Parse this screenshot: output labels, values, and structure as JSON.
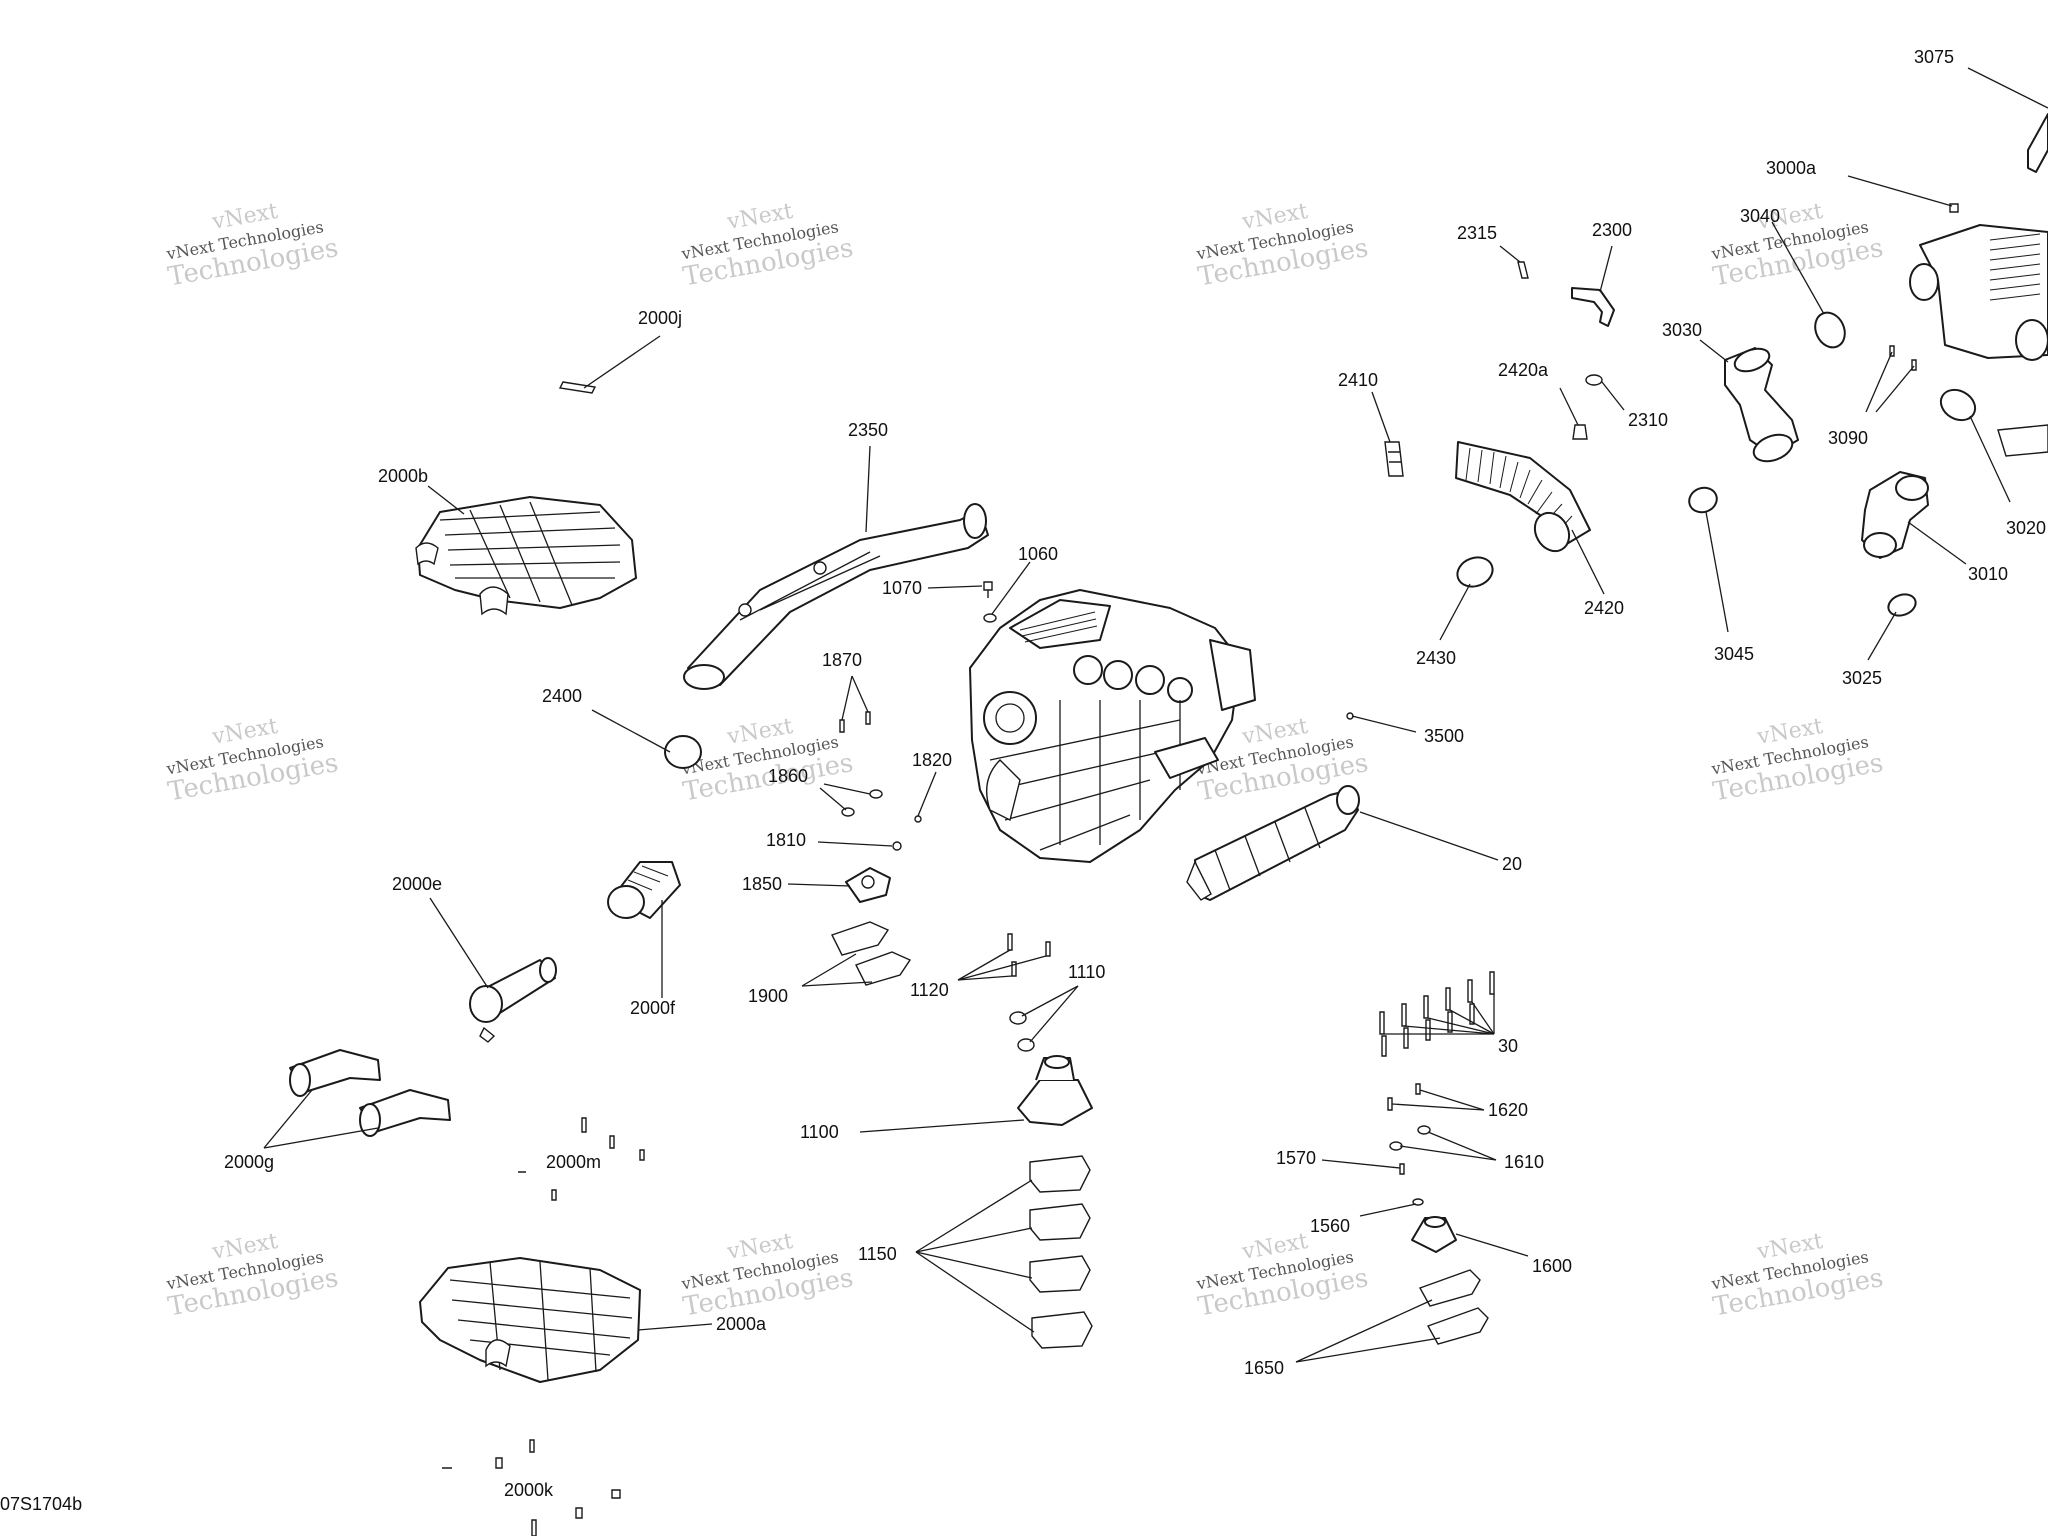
{
  "diagram": {
    "code": "07S1704b",
    "watermark_lines": [
      "vNext",
      "vNext Technologies",
      "Technologies"
    ],
    "callouts": [
      {
        "id": "3075",
        "text": "3075"
      },
      {
        "id": "3000a",
        "text": "3000a"
      },
      {
        "id": "3040",
        "text": "3040"
      },
      {
        "id": "2315",
        "text": "2315"
      },
      {
        "id": "2300",
        "text": "2300"
      },
      {
        "id": "2000j",
        "text": "2000j"
      },
      {
        "id": "3030",
        "text": "3030"
      },
      {
        "id": "2410",
        "text": "2410"
      },
      {
        "id": "2420a",
        "text": "2420a"
      },
      {
        "id": "2310",
        "text": "2310"
      },
      {
        "id": "3090",
        "text": "3090"
      },
      {
        "id": "2350",
        "text": "2350"
      },
      {
        "id": "2000b",
        "text": "2000b"
      },
      {
        "id": "3020",
        "text": "3020"
      },
      {
        "id": "1060",
        "text": "1060"
      },
      {
        "id": "1070",
        "text": "1070"
      },
      {
        "id": "3010",
        "text": "3010"
      },
      {
        "id": "2420",
        "text": "2420"
      },
      {
        "id": "2430",
        "text": "2430"
      },
      {
        "id": "3045",
        "text": "3045"
      },
      {
        "id": "1870",
        "text": "1870"
      },
      {
        "id": "3025",
        "text": "3025"
      },
      {
        "id": "2400",
        "text": "2400"
      },
      {
        "id": "3500",
        "text": "3500"
      },
      {
        "id": "1820",
        "text": "1820"
      },
      {
        "id": "1860",
        "text": "1860"
      },
      {
        "id": "1810",
        "text": "1810"
      },
      {
        "id": "20",
        "text": "20"
      },
      {
        "id": "2000e",
        "text": "2000e"
      },
      {
        "id": "1850",
        "text": "1850"
      },
      {
        "id": "1110",
        "text": "1110"
      },
      {
        "id": "1120",
        "text": "1120"
      },
      {
        "id": "1900",
        "text": "1900"
      },
      {
        "id": "2000f",
        "text": "2000f"
      },
      {
        "id": "30",
        "text": "30"
      },
      {
        "id": "1620",
        "text": "1620"
      },
      {
        "id": "1100",
        "text": "1100"
      },
      {
        "id": "1570",
        "text": "1570"
      },
      {
        "id": "1610",
        "text": "1610"
      },
      {
        "id": "2000g",
        "text": "2000g"
      },
      {
        "id": "2000m",
        "text": "2000m"
      },
      {
        "id": "1560",
        "text": "1560"
      },
      {
        "id": "1150",
        "text": "1150"
      },
      {
        "id": "1600",
        "text": "1600"
      },
      {
        "id": "2000a",
        "text": "2000a"
      },
      {
        "id": "1650",
        "text": "1650"
      },
      {
        "id": "2000k",
        "text": "2000k"
      }
    ]
  }
}
